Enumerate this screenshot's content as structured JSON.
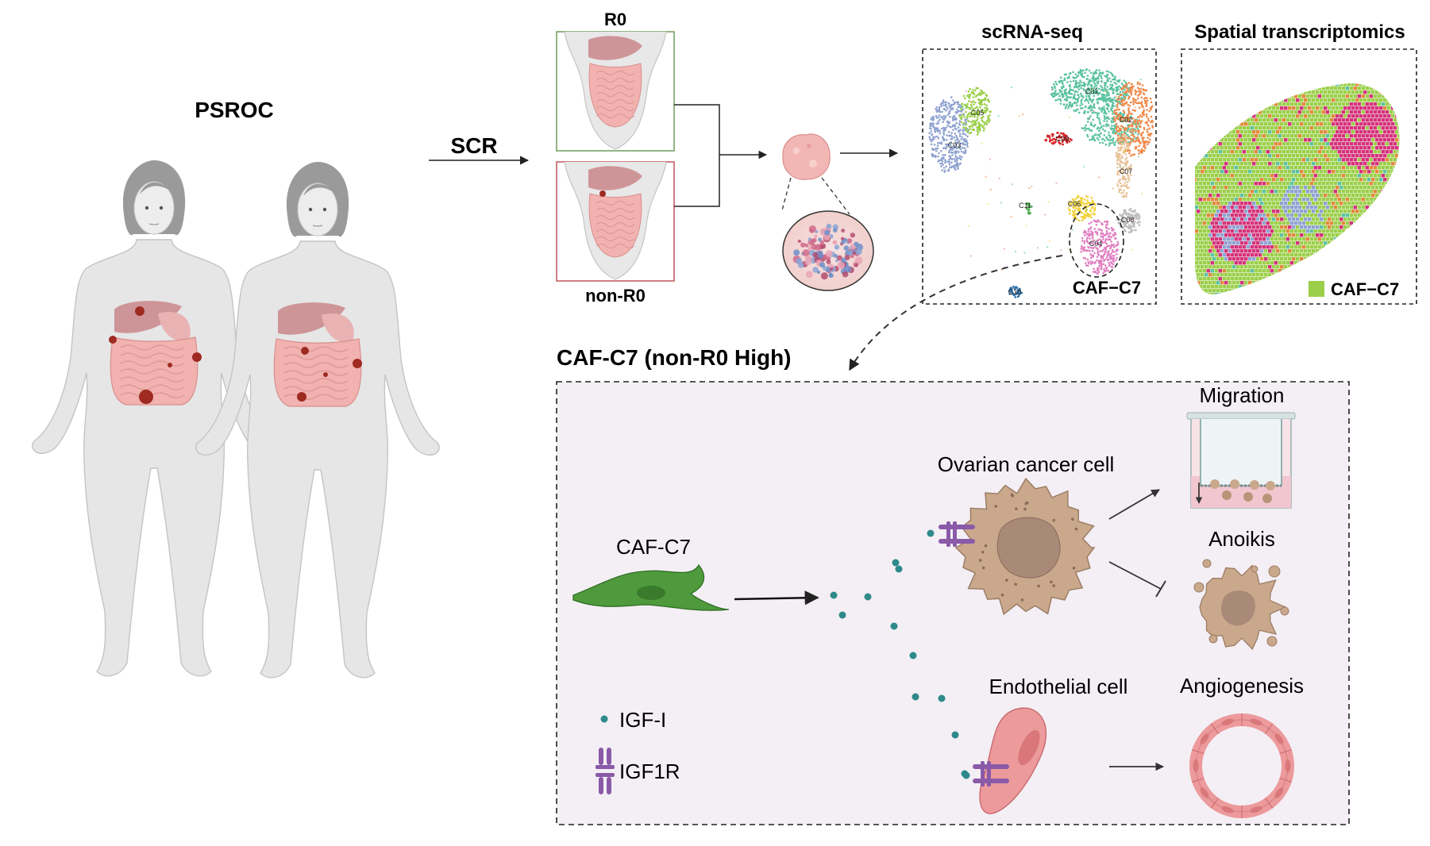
{
  "header": {
    "psroc": "PSROC",
    "scr": "SCR",
    "r0": "R0",
    "non_r0": "non-R0",
    "scrna_title": "scRNA-seq",
    "spatial_title": "Spatial transcriptomics"
  },
  "umap": {
    "clusters": [
      {
        "id": "C01",
        "color": "#5cc2a0"
      },
      {
        "id": "C02",
        "color": "#f08a4b"
      },
      {
        "id": "C03",
        "color": "#8fa3d0"
      },
      {
        "id": "C04",
        "color": "#e07fc1"
      },
      {
        "id": "C05",
        "color": "#9bcf4a"
      },
      {
        "id": "C06",
        "color": "#f1d23c"
      },
      {
        "id": "C07",
        "color": "#e8c49a"
      },
      {
        "id": "C08",
        "color": "#bdbdbd"
      },
      {
        "id": "C09",
        "color": "#d7262a"
      },
      {
        "id": "C10",
        "color": "#2f6ea8"
      },
      {
        "id": "C11",
        "color": "#4aa84a"
      }
    ],
    "highlight_label": "CAF−C7"
  },
  "spatial": {
    "legend_label": "CAF−C7",
    "legend_color": "#9bcf4a",
    "colors": [
      "#9bcf4a",
      "#d4337a",
      "#e08a3c",
      "#8fa3d0",
      "#5cc2a0"
    ]
  },
  "mechanism": {
    "title": "CAF-C7 (non-R0 High)",
    "caf_label": "CAF-C7",
    "ovarian_label": "Ovarian cancer cell",
    "endothelial_label": "Endothelial cell",
    "migration_label": "Migration",
    "anoikis_label": "Anoikis",
    "angiogenesis_label": "Angiogenesis",
    "legend_ligand": "IGF-I",
    "legend_receptor": "IGF1R"
  },
  "colors": {
    "body": "#e6e6e6",
    "body_outline": "#c4c4c4",
    "hair": "#9a9a9a",
    "intestine": "#f1b2b0",
    "liver": "#c9868a",
    "tumor": "#9e2a22",
    "caf": "#4f9a3c",
    "cancer_cell": "#c9a88c",
    "endothelial": "#ec9a9c",
    "ligand": "#2e8a8a",
    "receptor": "#8a5aa8",
    "panel_bg": "#f4eff5"
  }
}
